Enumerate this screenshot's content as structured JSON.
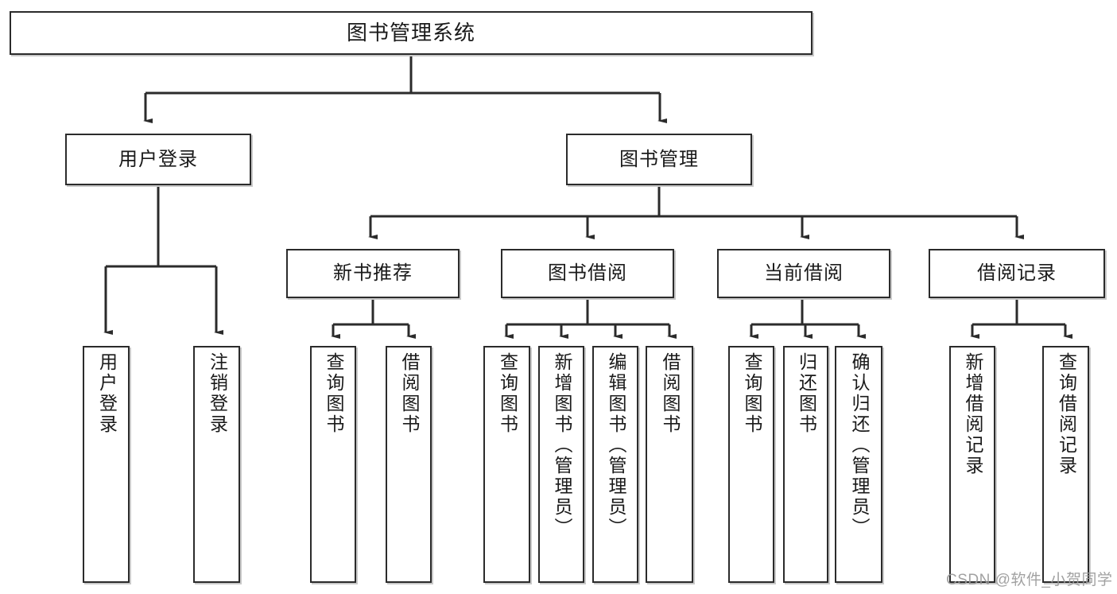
{
  "diagram": {
    "type": "tree-hierarchy-functional-structure",
    "root": {
      "id": "root",
      "label": "图书管理系统"
    },
    "level1": [
      {
        "id": "user-login",
        "label": "用户登录"
      },
      {
        "id": "book-management",
        "label": "图书管理"
      }
    ],
    "level2": [
      {
        "id": "new-book-recommend",
        "label": "新书推荐",
        "parent": "book-management"
      },
      {
        "id": "book-borrow",
        "label": "图书借阅",
        "parent": "book-management"
      },
      {
        "id": "current-borrow",
        "label": "当前借阅",
        "parent": "book-management"
      },
      {
        "id": "borrow-record",
        "label": "借阅记录",
        "parent": "book-management"
      }
    ],
    "leaves": {
      "user-login": [
        {
          "id": "leaf-user-login",
          "label": "用户登录"
        },
        {
          "id": "leaf-logout",
          "label": "注销登录"
        }
      ],
      "new-book-recommend": [
        {
          "id": "leaf-query-book-1",
          "label": "查询图书"
        },
        {
          "id": "leaf-borrow-book-1",
          "label": "借阅图书"
        }
      ],
      "book-borrow": [
        {
          "id": "leaf-query-book-2",
          "label": "查询图书"
        },
        {
          "id": "leaf-add-book",
          "label": "新增图书（管理员）"
        },
        {
          "id": "leaf-edit-book",
          "label": "编辑图书（管理员）"
        },
        {
          "id": "leaf-borrow-book-2",
          "label": "借阅图书"
        }
      ],
      "current-borrow": [
        {
          "id": "leaf-query-book-3",
          "label": "查询图书"
        },
        {
          "id": "leaf-return-book",
          "label": "归还图书"
        },
        {
          "id": "leaf-confirm-return",
          "label": "确认归还（管理员）"
        }
      ],
      "borrow-record": [
        {
          "id": "leaf-add-record",
          "label": "新增借阅记录"
        },
        {
          "id": "leaf-query-record",
          "label": "查询借阅记录"
        }
      ]
    }
  },
  "watermark": {
    "text": "CSDN @软件_小贺同学"
  },
  "colors": {
    "stroke": "#2b2b2b",
    "fill": "#ffffff",
    "text": "#1a1a1a",
    "shadow": "#c9c9c9",
    "watermark": "#9a9a9a"
  }
}
